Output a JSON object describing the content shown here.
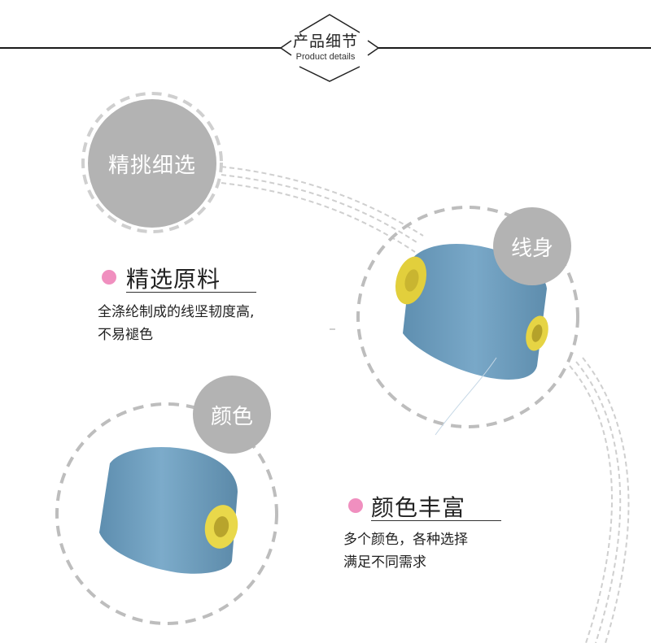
{
  "header": {
    "title": "产品细节",
    "subtitle": "Product details"
  },
  "bubbles": {
    "select": "精挑细选",
    "body": "线身",
    "color": "颜色"
  },
  "features": [
    {
      "title": "精选原料",
      "desc_line1": "全涤纶制成的线坚韧度高,",
      "desc_line2": "不易褪色"
    },
    {
      "title": "颜色丰富",
      "desc_line1": "多个颜色，各种选择",
      "desc_line2": "满足不同需求"
    }
  ],
  "colors": {
    "bullet": "#f08fbf",
    "bubble_grey": "#b3b3b3",
    "thread_blue": "#6e9fc0",
    "core_yellow": "#e9d84a"
  }
}
